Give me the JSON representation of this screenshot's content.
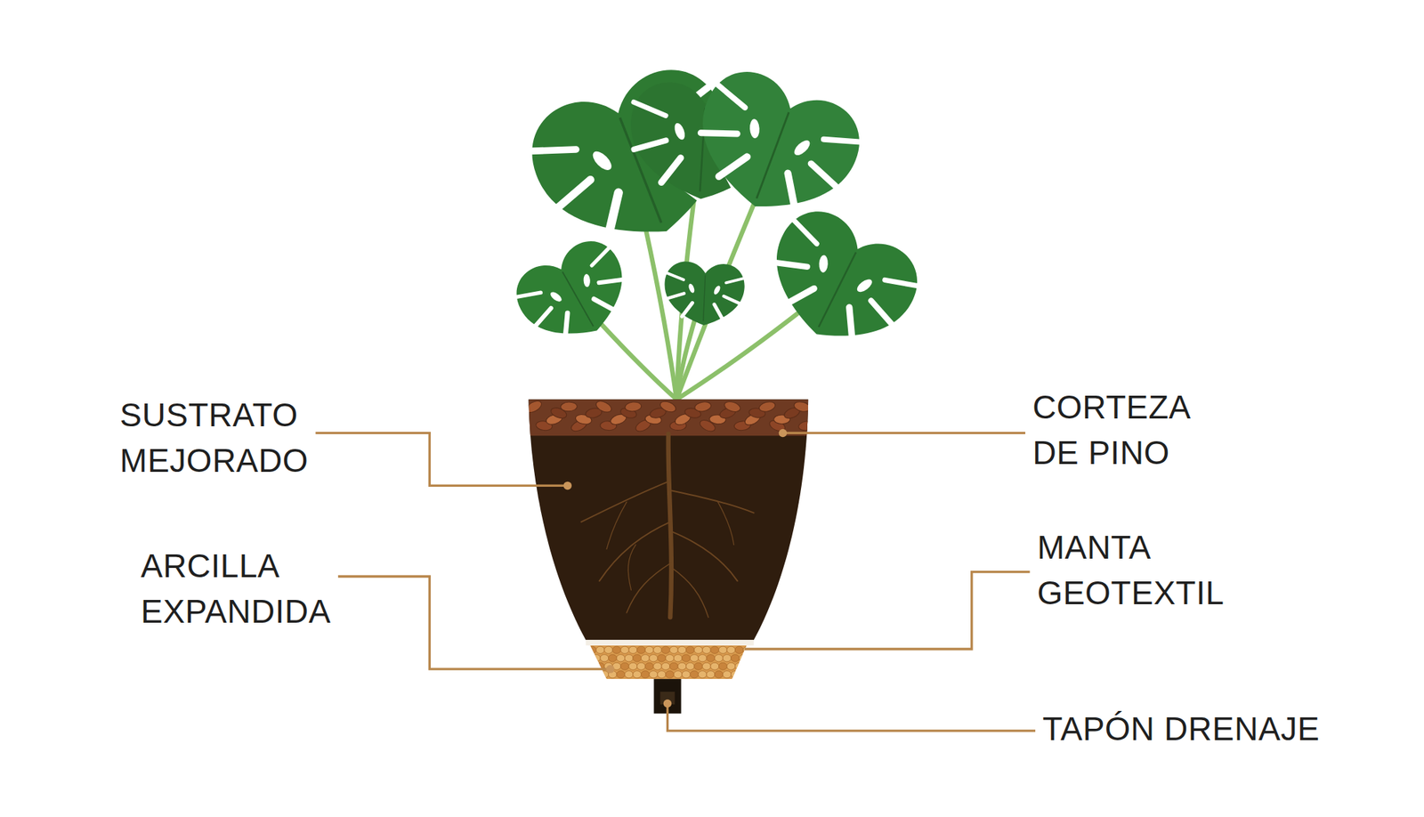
{
  "diagram": {
    "labels": [
      "SUSTRATO MEJORADO",
      "CORTEZA DE PINO",
      "ARCILLA EXPANDIDA",
      "MANTA GEOTEXTIL",
      "TAPÓN DRENAJE"
    ]
  }
}
